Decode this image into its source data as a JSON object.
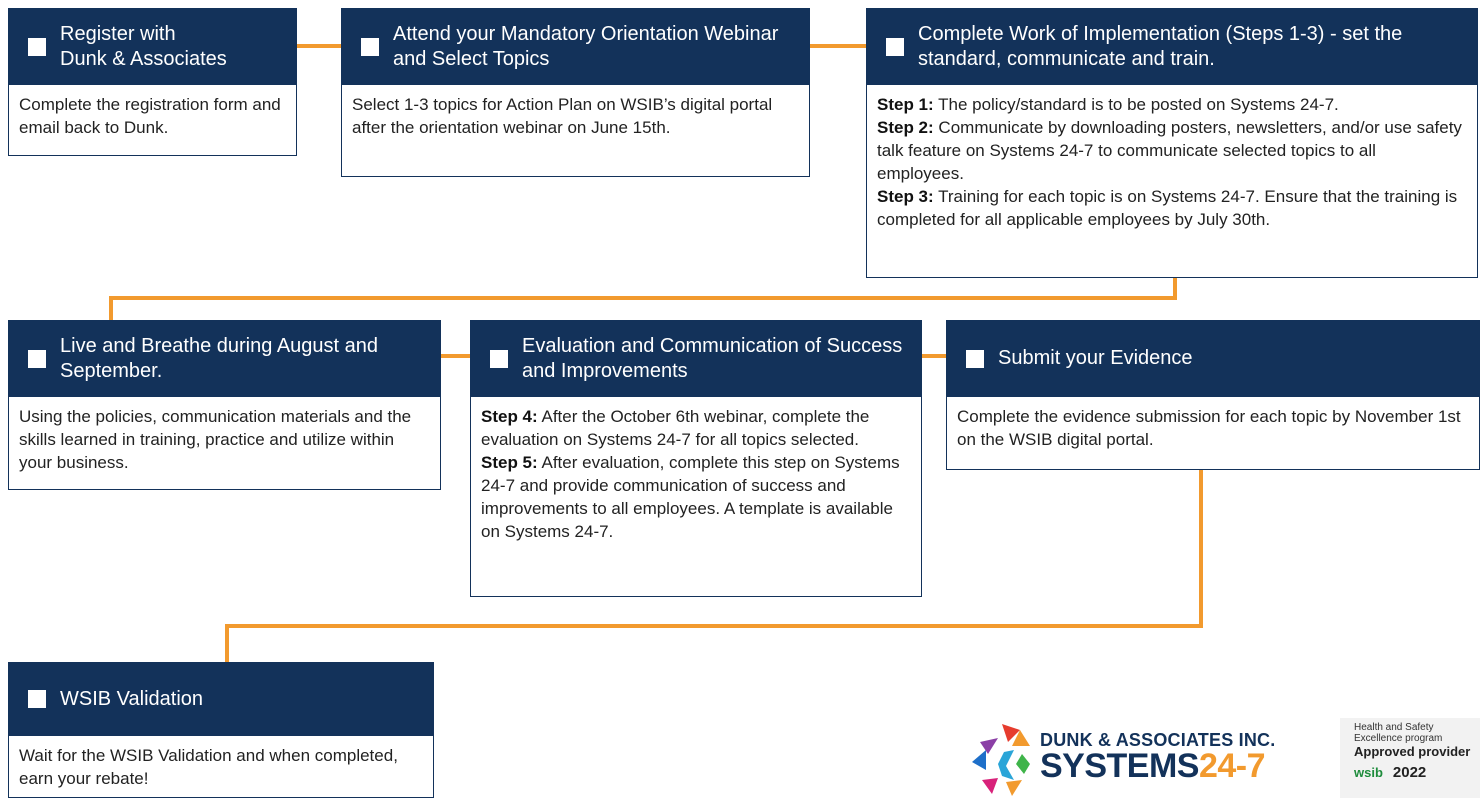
{
  "steps": [
    {
      "title": "Register with\nDunk & Associates",
      "body": "Complete the registration form and email back to Dunk."
    },
    {
      "title": "Attend your Mandatory Orientation Webinar and Select Topics",
      "body": "Select 1-3 topics for Action Plan on WSIB’s digital portal after the orientation webinar on June 15th."
    },
    {
      "title": "Complete Work of Implementation (Steps 1-3) - set the standard, communicate and train.",
      "items": [
        {
          "label": "Step 1:",
          "text": "The policy/standard is to be posted on Systems 24-7."
        },
        {
          "label": "Step 2:",
          "text": "Communicate by downloading posters, newsletters, and/or use safety talk feature on Systems 24-7 to communicate selected topics to all employees."
        },
        {
          "label": "Step 3:",
          "text": "Training for each topic is on Systems 24-7. Ensure that the training is completed for all applicable employees by July 30th."
        }
      ]
    },
    {
      "title": "Live and Breathe during August and September.",
      "body": "Using the policies, communication materials and the skills learned in training, practice and utilize within your business."
    },
    {
      "title": "Evaluation and Communication of Success and Improvements",
      "items": [
        {
          "label": "Step 4:",
          "text": "After the October 6th webinar, complete the evaluation on Systems 24-7 for all topics selected."
        },
        {
          "label": "Step 5:",
          "text": "After evaluation, complete this step on Systems 24-7 and provide communication of success and improvements to all employees. A template is available on Systems 24-7."
        }
      ]
    },
    {
      "title": "Submit your Evidence",
      "body": "Complete the evidence submission for each topic by November 1st on the WSIB digital portal."
    },
    {
      "title": "WSIB Validation",
      "body": "Wait for the WSIB Validation and when completed, earn your rebate!"
    }
  ],
  "logo": {
    "line1": "DUNK & ASSOCIATES INC.",
    "line2": "SYSTEMS",
    "line2_num": "24-7"
  },
  "badge": {
    "line1": "Health and Safety",
    "line1b": "Excellence program",
    "line2": "Approved provider",
    "brand": "wsib",
    "year": "2022"
  },
  "colors": {
    "navy": "#13325a",
    "orange": "#f29a2e"
  }
}
